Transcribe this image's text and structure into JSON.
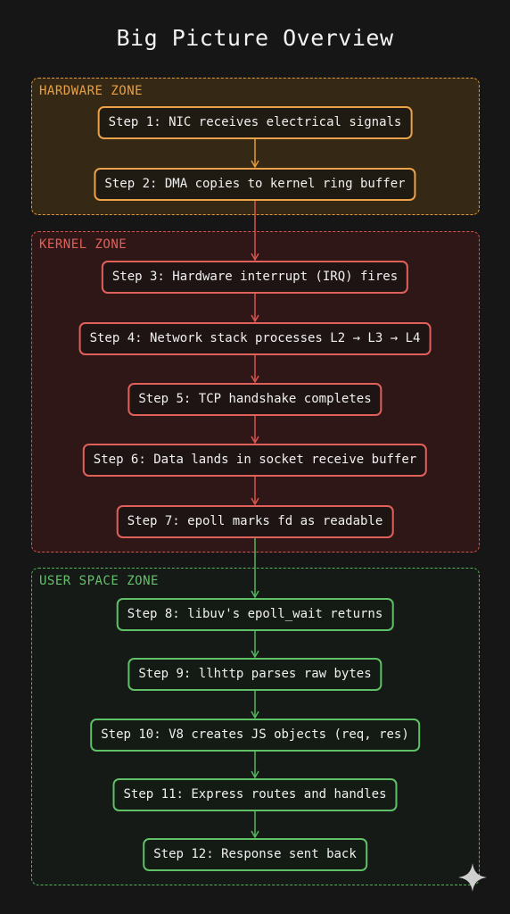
{
  "title": "Big Picture Overview",
  "colors": {
    "hardware": "#e39a3b",
    "kernel": "#d9534f",
    "user": "#57b35e",
    "background": "#161616"
  },
  "zones": {
    "hardware": {
      "label": "HARDWARE ZONE"
    },
    "kernel": {
      "label": "KERNEL ZONE"
    },
    "user": {
      "label": "USER SPACE ZONE"
    }
  },
  "steps": [
    {
      "text": "Step 1: NIC receives electrical signals",
      "zone": "hardware"
    },
    {
      "text": "Step 2: DMA copies to kernel ring buffer",
      "zone": "hardware"
    },
    {
      "text": "Step 3: Hardware interrupt (IRQ) fires",
      "zone": "kernel"
    },
    {
      "text": "Step 4: Network stack processes L2 → L3 → L4",
      "zone": "kernel"
    },
    {
      "text": "Step 5: TCP handshake completes",
      "zone": "kernel"
    },
    {
      "text": "Step 6: Data lands in socket receive buffer",
      "zone": "kernel"
    },
    {
      "text": "Step 7: epoll marks fd as readable",
      "zone": "kernel"
    },
    {
      "text": "Step 8: libuv's epoll_wait returns",
      "zone": "user"
    },
    {
      "text": "Step 9: llhttp parses raw bytes",
      "zone": "user"
    },
    {
      "text": "Step 10: V8 creates JS objects (req, res)",
      "zone": "user"
    },
    {
      "text": "Step 11: Express routes and handles",
      "zone": "user"
    },
    {
      "text": "Step 12: Response sent back",
      "zone": "user"
    }
  ],
  "decoration": {
    "icon": "sparkle-icon"
  }
}
